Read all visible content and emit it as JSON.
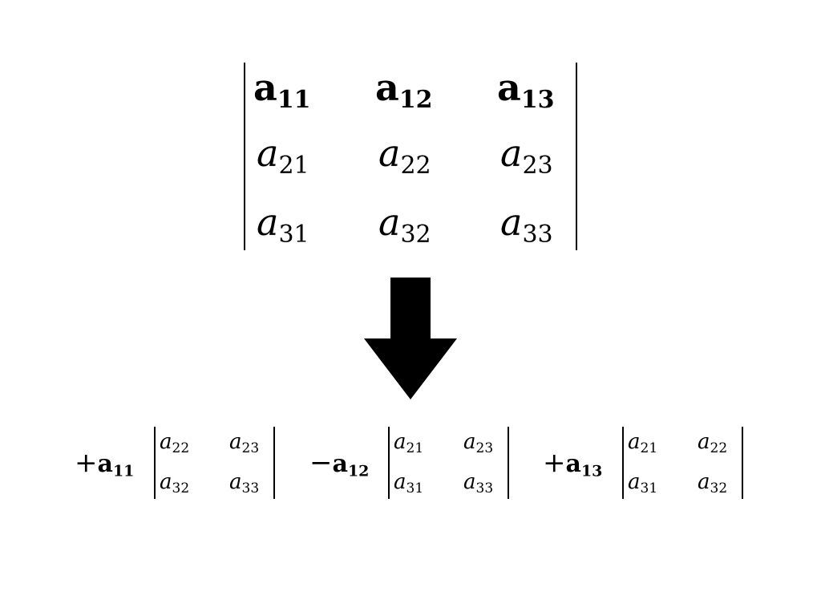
{
  "main_determinant": {
    "rows": [
      [
        {
          "base": "a",
          "sub": "11",
          "style": "bold"
        },
        {
          "base": "a",
          "sub": "12",
          "style": "bold"
        },
        {
          "base": "a",
          "sub": "13",
          "style": "bold"
        }
      ],
      [
        {
          "base": "a",
          "sub": "21",
          "style": "italic"
        },
        {
          "base": "a",
          "sub": "22",
          "style": "italic"
        },
        {
          "base": "a",
          "sub": "23",
          "style": "italic"
        }
      ],
      [
        {
          "base": "a",
          "sub": "31",
          "style": "italic"
        },
        {
          "base": "a",
          "sub": "32",
          "style": "italic"
        },
        {
          "base": "a",
          "sub": "33",
          "style": "italic"
        }
      ]
    ]
  },
  "arrow": {
    "direction": "down",
    "color": "#000000"
  },
  "expansion": [
    {
      "sign": "+",
      "coef_base": "a",
      "coef_sub": "11",
      "minor": [
        [
          {
            "base": "a",
            "sub": "22"
          },
          {
            "base": "a",
            "sub": "23"
          }
        ],
        [
          {
            "base": "a",
            "sub": "32"
          },
          {
            "base": "a",
            "sub": "33"
          }
        ]
      ]
    },
    {
      "sign": "−",
      "coef_base": "a",
      "coef_sub": "12",
      "minor": [
        [
          {
            "base": "a",
            "sub": "21"
          },
          {
            "base": "a",
            "sub": "23"
          }
        ],
        [
          {
            "base": "a",
            "sub": "31"
          },
          {
            "base": "a",
            "sub": "33"
          }
        ]
      ]
    },
    {
      "sign": "+",
      "coef_base": "a",
      "coef_sub": "13",
      "minor": [
        [
          {
            "base": "a",
            "sub": "21"
          },
          {
            "base": "a",
            "sub": "22"
          }
        ],
        [
          {
            "base": "a",
            "sub": "31"
          },
          {
            "base": "a",
            "sub": "32"
          }
        ]
      ]
    }
  ]
}
